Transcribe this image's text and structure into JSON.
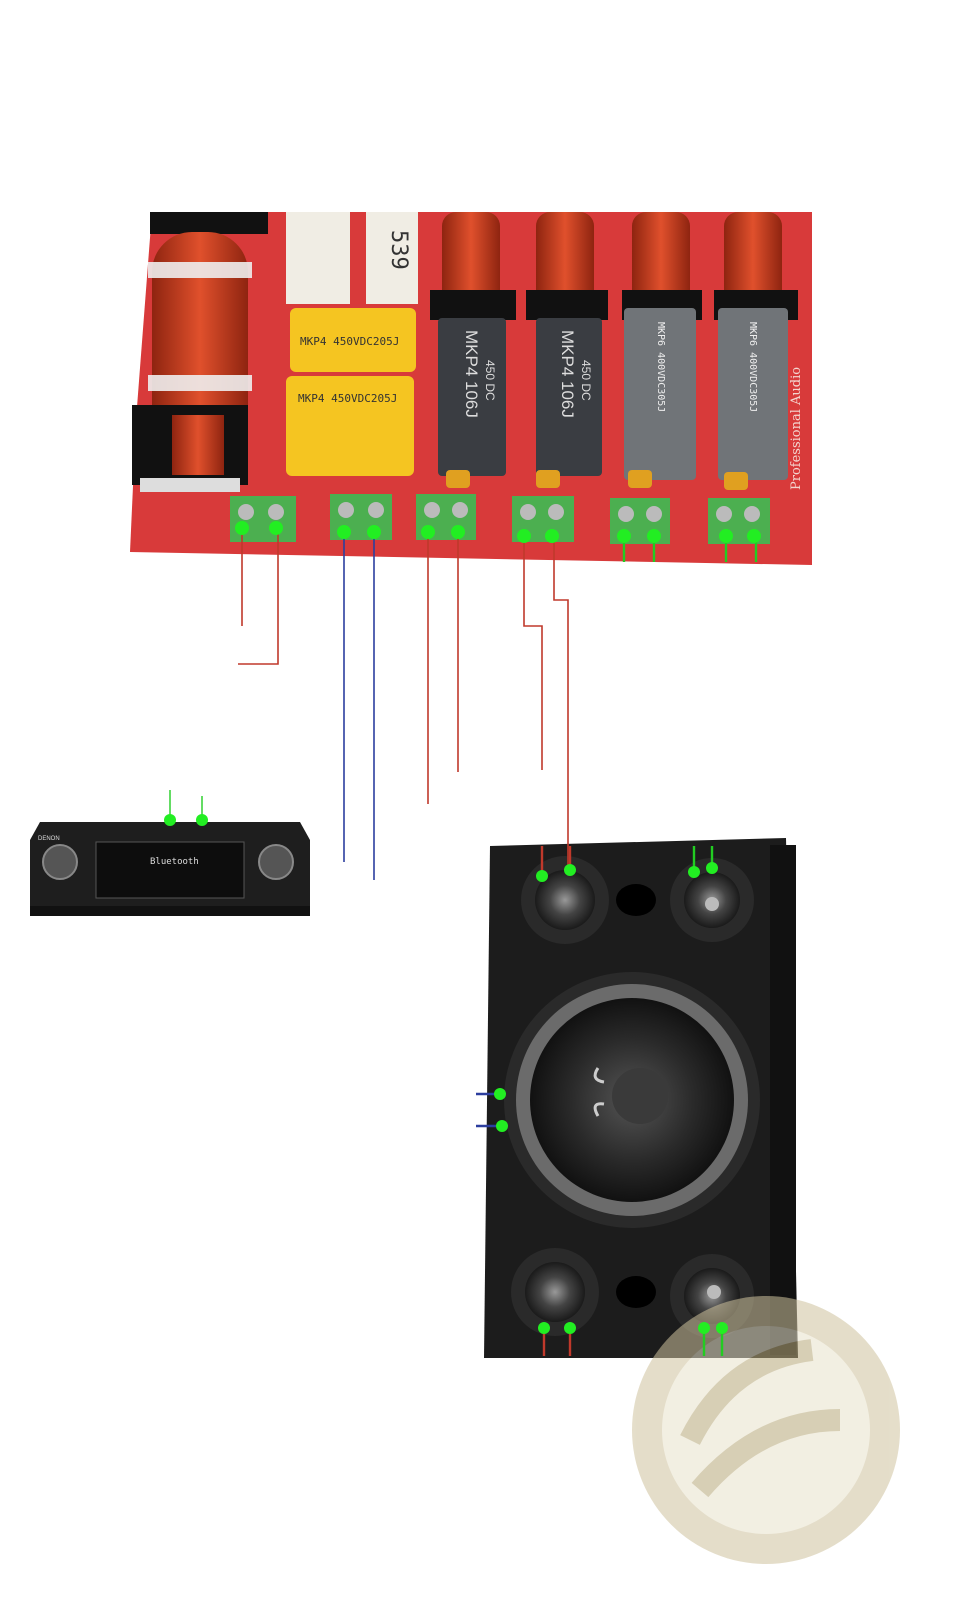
{
  "crossover": {
    "resistor_label": "539",
    "capacitors": {
      "yellow_1": "MKP4 450VDC205J",
      "yellow_2": "MKP4 450VDC205J",
      "black_1_line1": "MKP4 106J",
      "black_1_line2": "450 DC",
      "black_2_line1": "MKP4 106J",
      "black_2_line2": "450 DC",
      "grey_1": "MKP6 400VDC305J",
      "grey_2": "MKP6 400VDC305J"
    },
    "board_text": "Professional Audio"
  },
  "amplifier": {
    "brand": "DENON",
    "display_text": "Bluetooth"
  },
  "colors": {
    "board": "#d83a3a",
    "coil": "#c23a1e",
    "wire_red": "#c0392b",
    "wire_blue": "#2c3e9e",
    "wire_green": "#22cc22",
    "terminal": "#4caf50",
    "dot": "#22ee22",
    "speaker_body": "#1c1c1c"
  }
}
